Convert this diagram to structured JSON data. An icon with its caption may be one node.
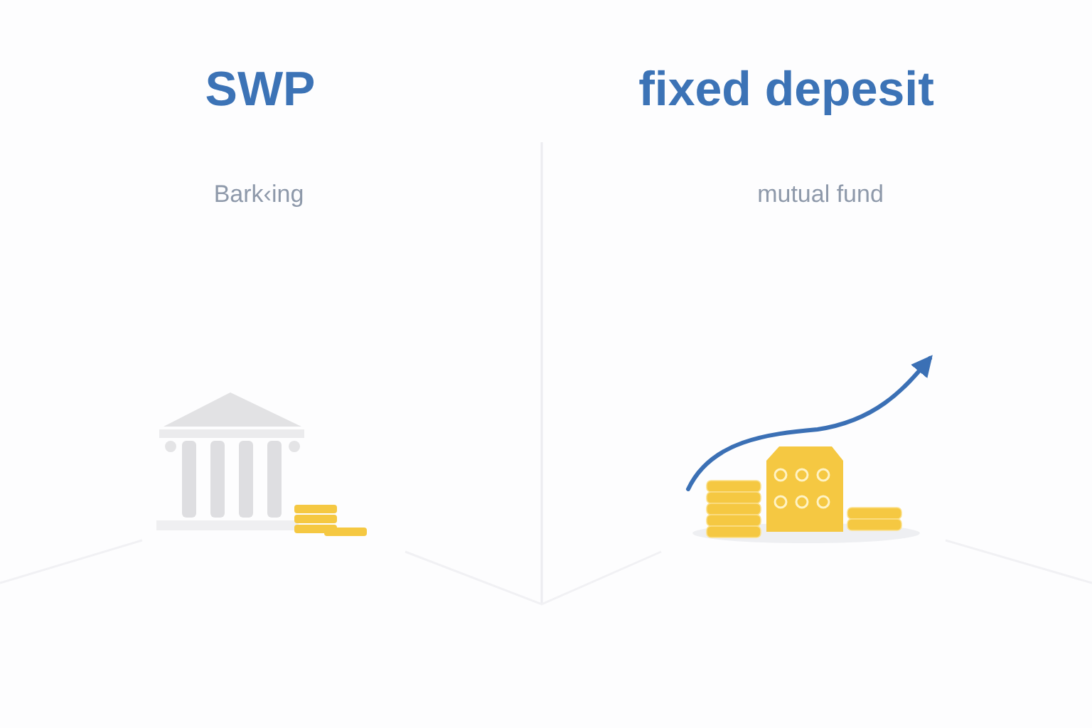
{
  "diagram": {
    "labels": [
      "SWP",
      "fixed depesit",
      "Bark‹ing",
      "mutual fund"
    ]
  }
}
